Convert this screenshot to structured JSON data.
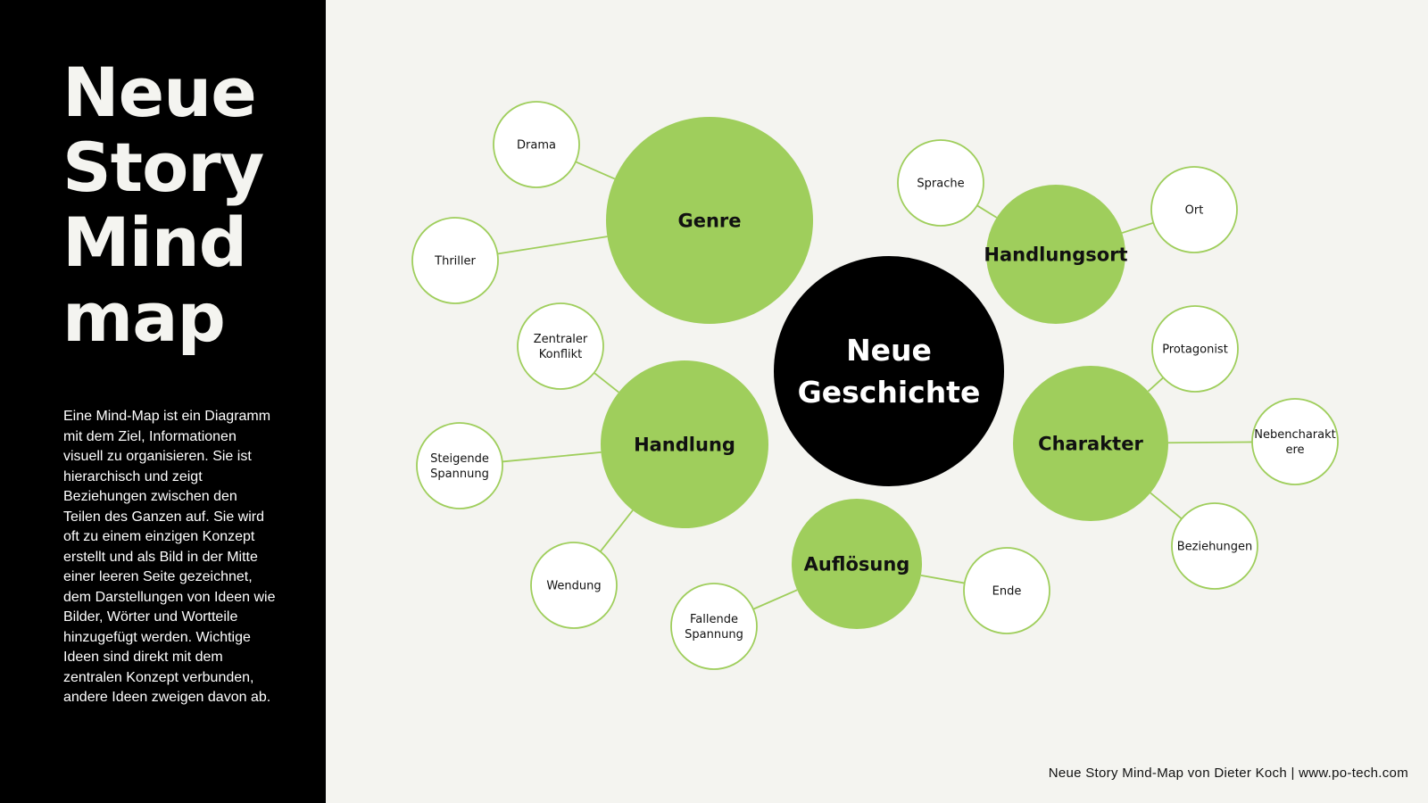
{
  "sidebar": {
    "title_lines": [
      "Neue",
      "Story",
      "Mind",
      "map"
    ],
    "description": "Eine Mind-Map ist ein Diagramm mit dem Ziel, Informationen visuell zu organisieren. Sie ist hierarchisch und zeigt Beziehungen zwischen den Teilen des Ganzen auf.  Sie wird oft zu einem einzigen Konzept erstellt und als Bild in der Mitte einer leeren Seite gezeichnet, dem Darstellungen von Ideen wie Bilder, Wörter und Wortteile hinzugefügt werden.  Wichtige Ideen sind direkt mit dem zentralen Konzept verbunden, andere Ideen zweigen davon ab."
  },
  "colors": {
    "sidebar_bg": "#000000",
    "canvas_bg": "#f4f4f0",
    "branch_fill": "#9fce5c",
    "leaf_stroke": "#9fce5c",
    "center_fill": "#000000"
  },
  "mindmap": {
    "center": {
      "label": [
        "Neue",
        "Geschichte"
      ]
    },
    "branches": [
      {
        "id": "genre",
        "label": [
          "Genre"
        ],
        "children": [
          {
            "label": [
              "Drama"
            ]
          },
          {
            "label": [
              "Thriller"
            ]
          }
        ]
      },
      {
        "id": "handlungsort",
        "label": [
          "Handlungsort"
        ],
        "children": [
          {
            "label": [
              "Sprache"
            ]
          },
          {
            "label": [
              "Ort"
            ]
          }
        ]
      },
      {
        "id": "handlung",
        "label": [
          "Handlung"
        ],
        "children": [
          {
            "label": [
              "Zentraler",
              "Konflikt"
            ]
          },
          {
            "label": [
              "Steigende",
              "Spannung"
            ]
          },
          {
            "label": [
              "Wendung"
            ]
          }
        ]
      },
      {
        "id": "charakter",
        "label": [
          "Charakter"
        ],
        "children": [
          {
            "label": [
              "Protagonist"
            ]
          },
          {
            "label": [
              "Nebencharakt",
              "ere"
            ]
          },
          {
            "label": [
              "Beziehungen"
            ]
          }
        ]
      },
      {
        "id": "aufloesung",
        "label": [
          "Auflösung"
        ],
        "children": [
          {
            "label": [
              "Fallende",
              "Spannung"
            ]
          },
          {
            "label": [
              "Ende"
            ]
          }
        ]
      }
    ]
  },
  "footer": {
    "credit": "Neue Story Mind-Map von Dieter Koch | www.po-tech.com"
  }
}
